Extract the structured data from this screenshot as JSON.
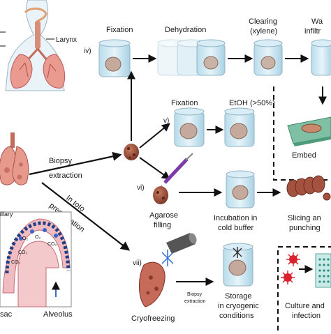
{
  "labels": {
    "larynx": "Larynx",
    "biopsy": "Biopsy",
    "extraction": "extraction",
    "in_toto_1": "In toto",
    "in_toto_2": "preservation",
    "route_iv": "iv)",
    "route_v": "v)",
    "route_vi": "vi)",
    "route_vii": "vii)",
    "fixation_iv": "Fixation",
    "dehydration": "Dehydration",
    "clearing_1": "Clearing",
    "clearing_2": "(xylene)",
    "wax_1": "Wa",
    "wax_2": "infiltr",
    "embed": "Embed",
    "fixation_v": "Fixation",
    "etoh": "EtOH (>50%)",
    "agarose_1": "Agarose",
    "agarose_2": "filling",
    "incubation_1": "Incubation in",
    "incubation_2": "cold buffer",
    "slicing_1": "Slicing an",
    "slicing_2": "punching",
    "cryo": "Cryofreezing",
    "small_biopsy_1": "Biopsy",
    "small_biopsy_2": "extraction",
    "storage_1": "Storage",
    "storage_2": "in cryogenic",
    "storage_3": "conditions",
    "culture_1": "Culture and",
    "culture_2": "infection",
    "alveolus_top": "illary",
    "sac": "sac",
    "alveolus": "Alveolus",
    "o2": "O₂",
    "co2": "CO₂"
  },
  "colors": {
    "arrow": "#111111",
    "tissue": "#9a4a3a",
    "jar_fill": "#cfe7f2",
    "jar_stroke": "#7f9fb0",
    "lung": "#e79a8c",
    "alveolus_bg": "#f4c1c5",
    "virus": "#d9232e",
    "syringe": "#7b3aa8"
  }
}
